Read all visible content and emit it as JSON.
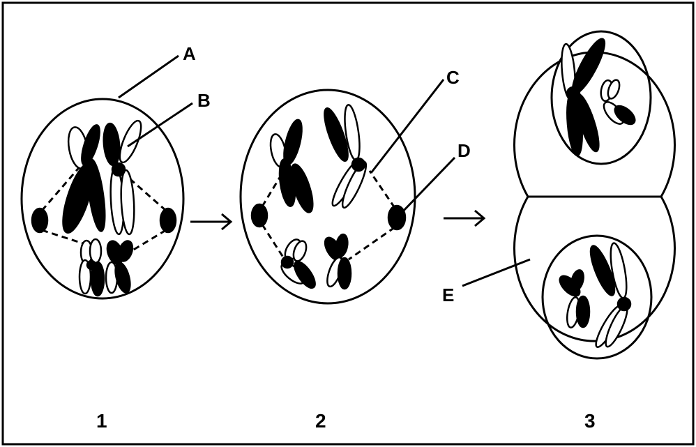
{
  "labels": {
    "a": "A",
    "b": "B",
    "c": "C",
    "d": "D",
    "e": "E"
  },
  "stages": {
    "one": "1",
    "two": "2",
    "three": "3"
  },
  "colors": {
    "ink": "#000000",
    "paper": "#ffffff"
  }
}
